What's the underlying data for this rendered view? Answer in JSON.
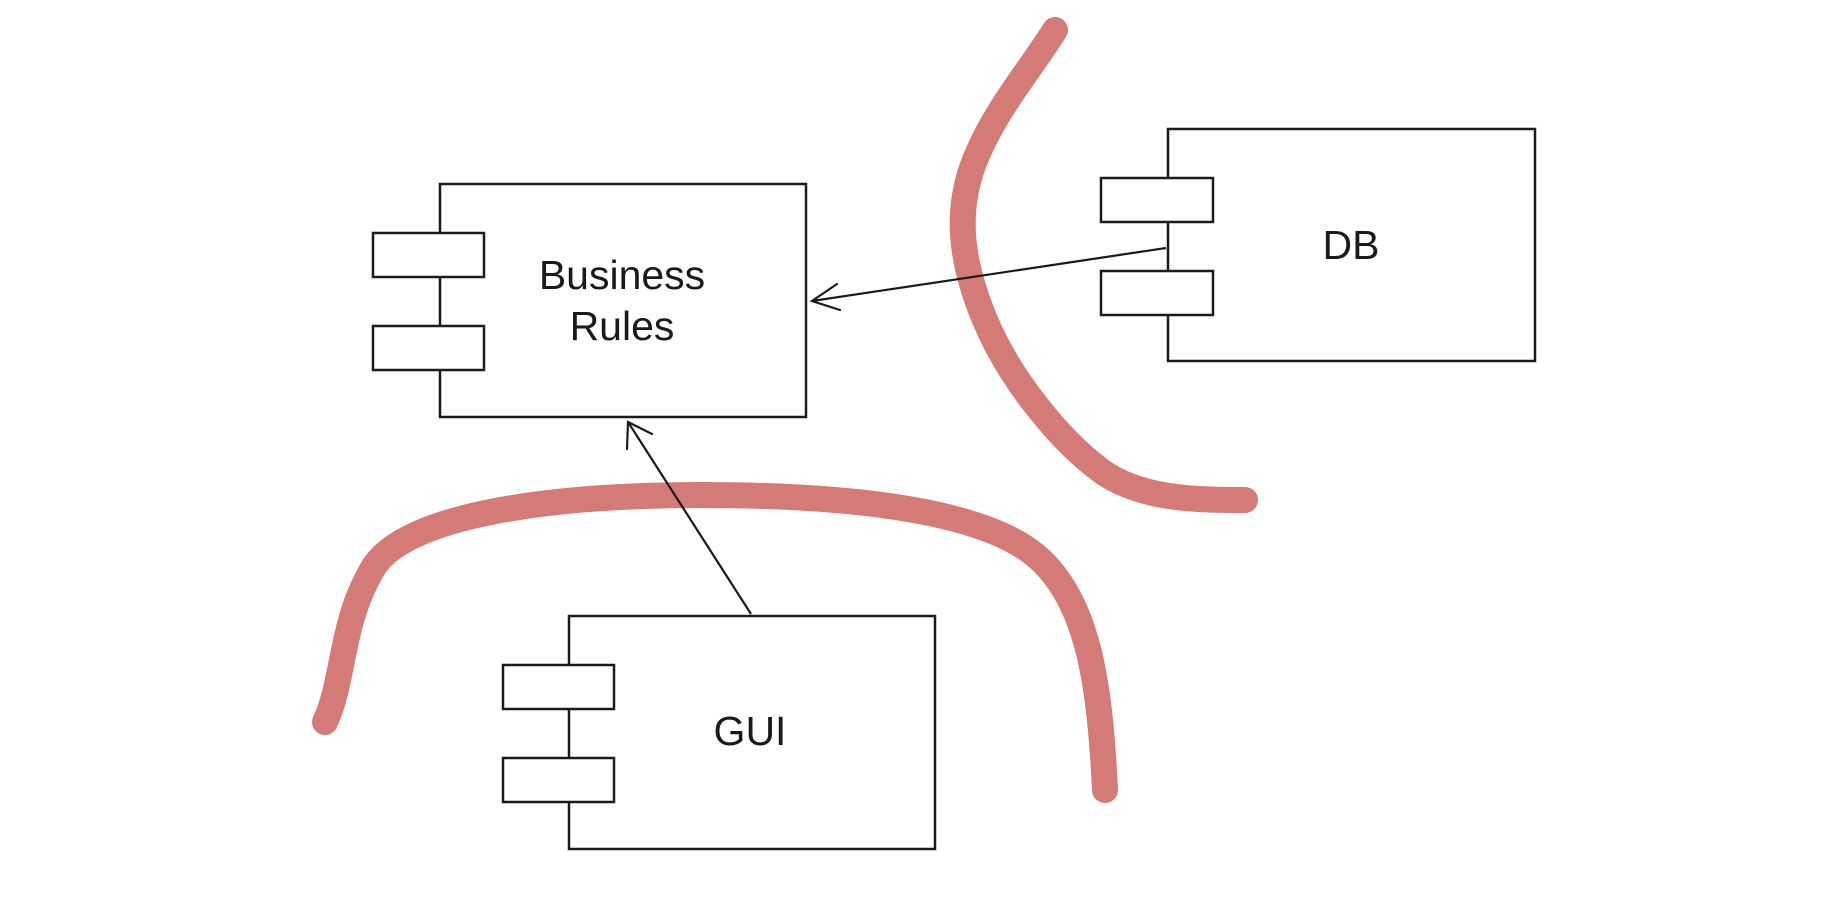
{
  "colors": {
    "boundary": "#d47a77",
    "outline": "#1a1a1a",
    "background": "#ffffff"
  },
  "components": {
    "business_rules": {
      "line1": "Business",
      "line2": "Rules"
    },
    "db": {
      "label": "DB"
    },
    "gui": {
      "label": "GUI"
    }
  },
  "dependencies": [
    {
      "from": "DB",
      "to": "Business Rules"
    },
    {
      "from": "GUI",
      "to": "Business Rules"
    }
  ],
  "boundaries": [
    {
      "separates": [
        "Business Rules",
        "DB"
      ]
    },
    {
      "separates": [
        "Business Rules",
        "GUI"
      ]
    }
  ]
}
